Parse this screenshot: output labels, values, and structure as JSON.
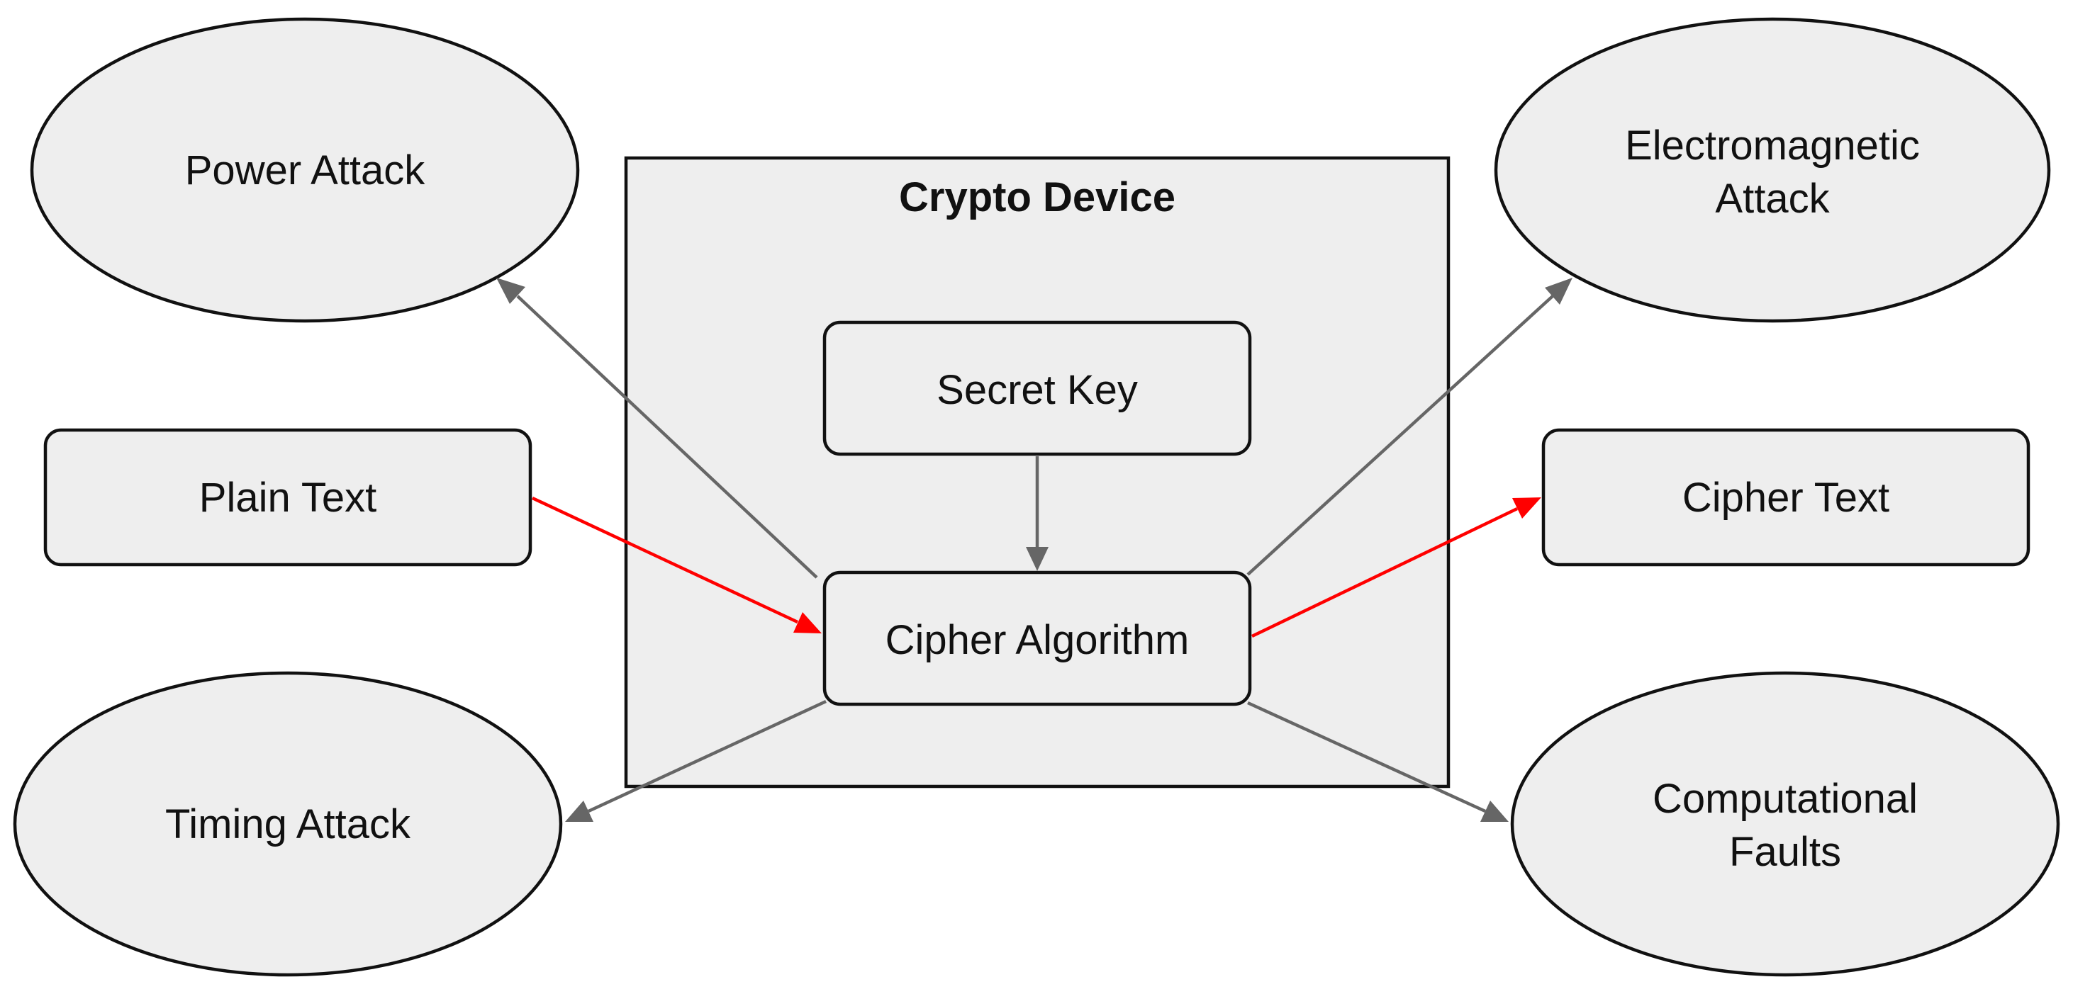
{
  "diagram": {
    "device": {
      "title": "Crypto Device"
    },
    "nodes": {
      "secret_key": "Secret Key",
      "cipher_algorithm": "Cipher Algorithm",
      "plain_text": "Plain Text",
      "cipher_text": "Cipher Text",
      "power_attack": "Power Attack",
      "timing_attack": "Timing Attack",
      "em_attack_line1": "Electromagnetic",
      "em_attack_line2": "Attack",
      "faults_line1": "Computational",
      "faults_line2": "Faults"
    },
    "colors": {
      "node_fill": "#eeeeee",
      "outline": "#111111",
      "side_channel_edge": "#666666",
      "data_flow_edge": "#ff0000"
    }
  }
}
